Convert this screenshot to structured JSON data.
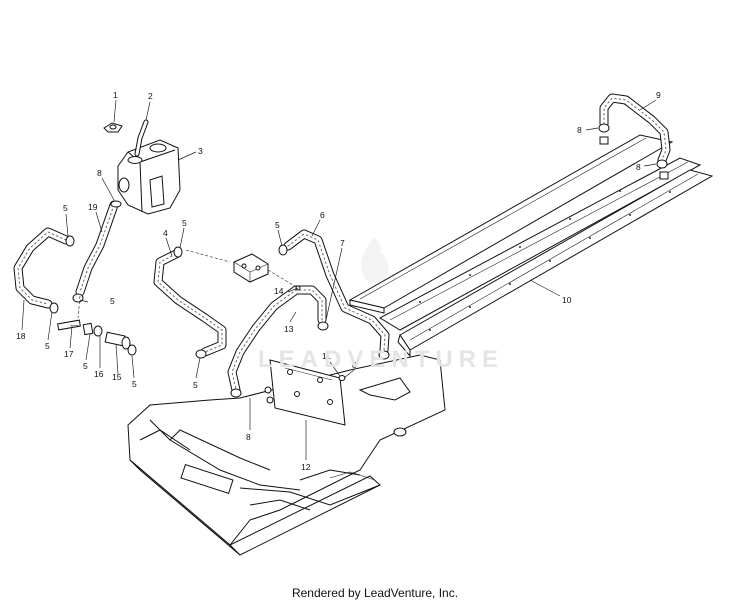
{
  "callouts": {
    "c1": "1",
    "c2": "2",
    "c3": "3",
    "c4": "4",
    "c5": "5",
    "c6": "6",
    "c7": "7",
    "c8": "8",
    "c9": "9",
    "c10": "10",
    "c11": "11",
    "c12": "12",
    "c13": "13",
    "c14": "14",
    "c15": "15",
    "c16": "16",
    "c17": "17",
    "c18": "18",
    "c19": "19"
  },
  "footer": {
    "rendered_by": "Rendered by LeadVenture, Inc."
  },
  "watermark": {
    "text": "LEADVENTURE",
    "icon": "flame-icon"
  }
}
